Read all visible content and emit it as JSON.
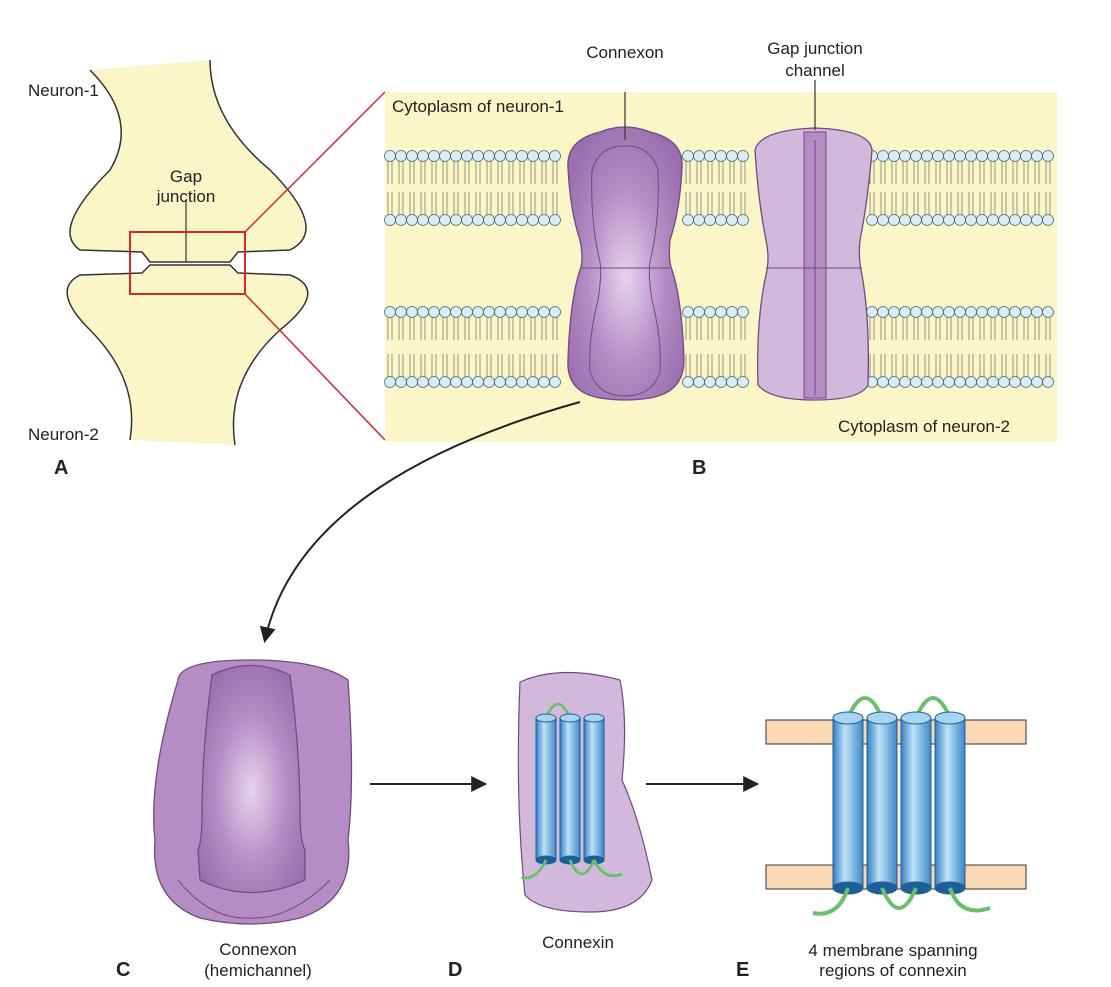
{
  "panels": {
    "a": "A",
    "b": "B",
    "c": "C",
    "d": "D",
    "e": "E"
  },
  "labels": {
    "neuron1": "Neuron-1",
    "neuron2": "Neuron-2",
    "gap_junction_line1": "Gap",
    "gap_junction_line2": "junction",
    "cytoplasm1": "Cytoplasm of neuron-1",
    "cytoplasm2": "Cytoplasm of neuron-2",
    "connexon": "Connexon",
    "gap_channel_line1": "Gap junction",
    "gap_channel_line2": "channel",
    "connexon_hemi_line1": "Connexon",
    "connexon_hemi_line2": "(hemichannel)",
    "connexin": "Connexin",
    "spanning_line1": "4 membrane spanning",
    "spanning_line2": "regions of connexin"
  },
  "colors": {
    "cytoplasm": "#fbf6c8",
    "neuron_fill": "#fbf6c8",
    "connexon": "#b58cc4",
    "connexon_dark": "#9a6fae",
    "connexon_light": "#d2b9db",
    "lipid_head": "#dbecf4",
    "helix": "#7fbfe8",
    "loop": "#6abf6a",
    "membrane_e": "#fbd9b4",
    "zoom_box": "#d42a2a"
  }
}
